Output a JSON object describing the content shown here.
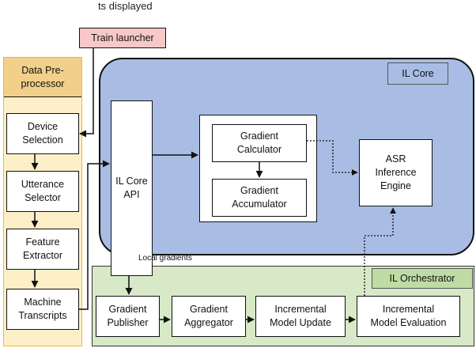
{
  "caption": "ts displayed",
  "launcher": {
    "label": "Train launcher"
  },
  "preprocessor": {
    "title": "Data Pre-\nprocessor",
    "nodes": [
      "Device\nSelection",
      "Utterance\nSelector",
      "Feature\nExtractor",
      "Machine\nTranscripts"
    ]
  },
  "core": {
    "title": "IL Core",
    "api": "IL Core\nAPI",
    "gradient_calculator": "Gradient\nCalculator",
    "gradient_accumulator": "Gradient\nAccumulator",
    "asr_engine": "ASR\nInference\nEngine"
  },
  "orchestrator": {
    "title": "IL Orchestrator",
    "nodes": [
      "Gradient\nPublisher",
      "Gradient\nAggregator",
      "Incremental\nModel Update",
      "Incremental\nModel Evaluation"
    ]
  },
  "edge_labels": {
    "local_gradients": "Local gradients"
  },
  "colors": {
    "launcher_fill": "#f8c8c8",
    "preprocessor_fill": "#fdf0c8",
    "preprocessor_border": "#f2b731",
    "preprocessor_title_fill": "#f2d08a",
    "core_fill": "#a9bde4",
    "orchestrator_fill": "#d7e9c7",
    "orchestrator_title_fill": "#c0dca5"
  }
}
